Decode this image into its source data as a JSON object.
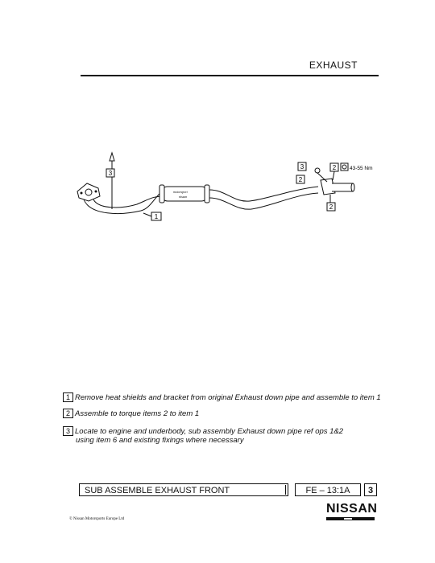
{
  "header": {
    "section": "EXHAUST"
  },
  "diagram": {
    "callouts": {
      "c1": "1",
      "c2a": "2",
      "c2b": "2",
      "c2c": "2",
      "c3a": "3",
      "c3b": "3"
    },
    "torque_label": "43-55 Nm",
    "muffler_text": {
      "line1": "motorsport",
      "line2": "nissan"
    }
  },
  "instructions": [
    {
      "num": "1",
      "text": "Remove heat shields and bracket from original Exhaust down pipe and assemble to item 1"
    },
    {
      "num": "2",
      "text": "Assemble to torque items 2 to item 1"
    },
    {
      "num": "3",
      "text": "Locate to engine and underbody, sub assembly Exhaust down pipe ref ops 1&2",
      "text2": "using item 6 and existing fixings where necessary"
    }
  ],
  "footer": {
    "title": "SUB ASSEMBLE EXHAUST FRONT",
    "code": "FE – 13:1A",
    "page": "3",
    "copyright": "© Nissan Motorsports Europe Ltd",
    "brand": "NISSAN"
  }
}
